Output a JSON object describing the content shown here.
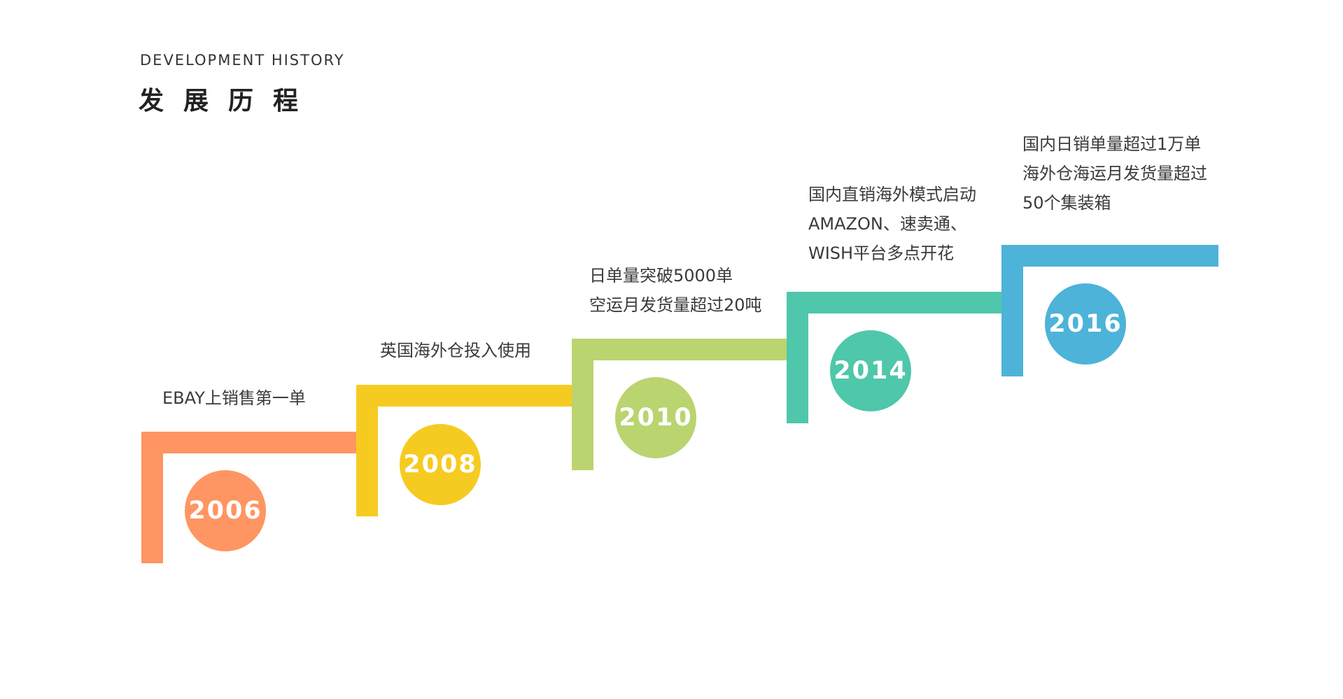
{
  "header": {
    "subtitle": "DEVELOPMENT HISTORY",
    "title": "发展历程"
  },
  "milestones": [
    {
      "year": "2006",
      "color": "#FF9562",
      "lines": [
        "EBAY上销售第一单"
      ]
    },
    {
      "year": "2008",
      "color": "#F6CB21",
      "lines": [
        "英国海外仓投入使用"
      ]
    },
    {
      "year": "2010",
      "color": "#BAD46F",
      "lines": [
        "日单量突破5000单",
        "空运月发货量超过20吨"
      ]
    },
    {
      "year": "2014",
      "color": "#4FC7AA",
      "lines": [
        "国内直销海外模式启动",
        "AMAZON、速卖通、",
        "WISH平台多点开花"
      ]
    },
    {
      "year": "2016",
      "color": "#4DB3D8",
      "lines": [
        "国内日销单量超过1万单",
        "海外仓海运月发货量超过",
        "50个集装箱"
      ]
    }
  ]
}
